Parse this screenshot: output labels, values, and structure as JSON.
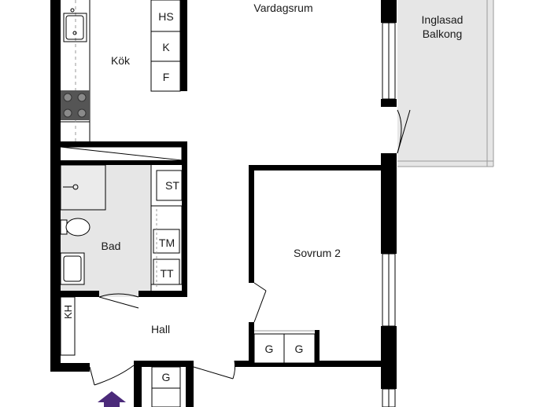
{
  "rooms": {
    "vardagsrum": "Vardagsrum",
    "balkong_line1": "Inglasad",
    "balkong_line2": "Balkong",
    "kok": "Kök",
    "bad": "Bad",
    "sovrum2": "Sovrum 2",
    "hall": "Hall"
  },
  "fixtures": {
    "hs": "HS",
    "k": "K",
    "f": "F",
    "st": "ST",
    "tm": "TM",
    "tt": "TT",
    "kh": "KH",
    "g1": "G",
    "g2": "G",
    "g3": "G"
  },
  "colors": {
    "wall": "#000000",
    "floor": "#ffffff",
    "tile": "#e6e6e6",
    "balcony": "#e6e6e6",
    "entrance_arrow": "#4b2a7a"
  },
  "icons": {
    "entrance": "entrance-arrow-icon",
    "sink": "sink-icon",
    "stove": "stove-icon",
    "toilet": "toilet-icon",
    "shower": "shower-icon"
  }
}
